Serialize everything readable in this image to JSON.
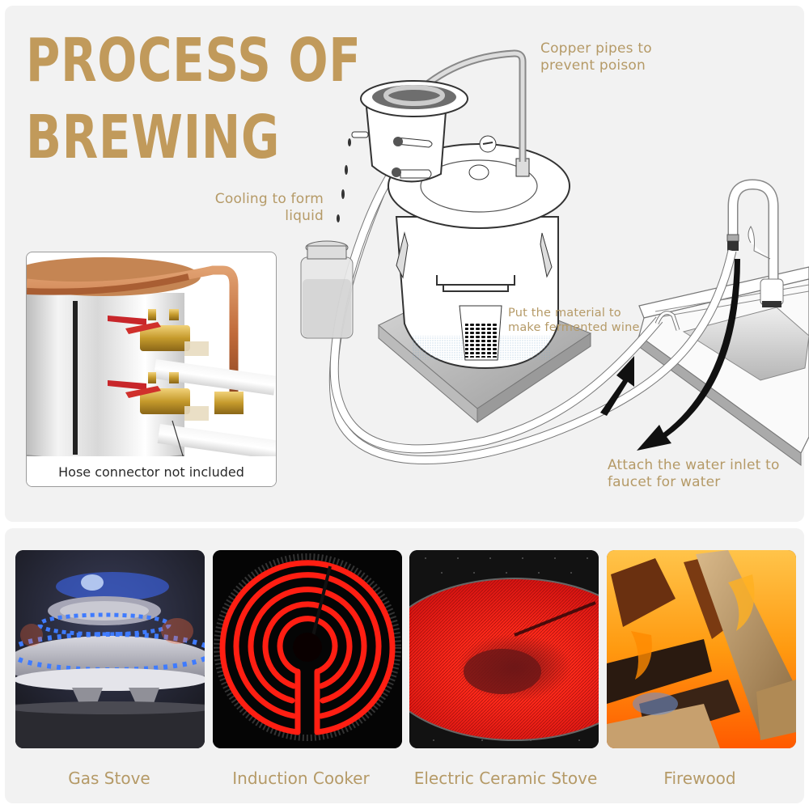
{
  "header": {
    "title_line_1": "PROCESS OF",
    "title_line_2": "BREWING"
  },
  "annotations": {
    "copper_pipes": [
      "Copper pipes to",
      "prevent poison"
    ],
    "cooling": [
      "Cooling to form",
      "liquid"
    ],
    "material": [
      "Put the material to",
      "make fermented wine"
    ],
    "water_inlet": [
      "Attach the water inlet to",
      "faucet for water"
    ]
  },
  "inset": {
    "caption": "Hose connector not included"
  },
  "heat_sources": [
    {
      "label": "Gas Stove",
      "icon": "gas-flame-image"
    },
    {
      "label": "Induction Cooker",
      "icon": "coil-heater-image"
    },
    {
      "label": "Electric Ceramic Stove",
      "icon": "ceramic-hob-image"
    },
    {
      "label": "Firewood",
      "icon": "campfire-image"
    }
  ],
  "colors": {
    "accent_gold": "#c19a5b",
    "caption_gold": "#b59a67",
    "panel_bg": "#f2f2f2",
    "copper": "#c8784a",
    "valve_red": "#c8262a",
    "brass": "#c9a03a"
  }
}
